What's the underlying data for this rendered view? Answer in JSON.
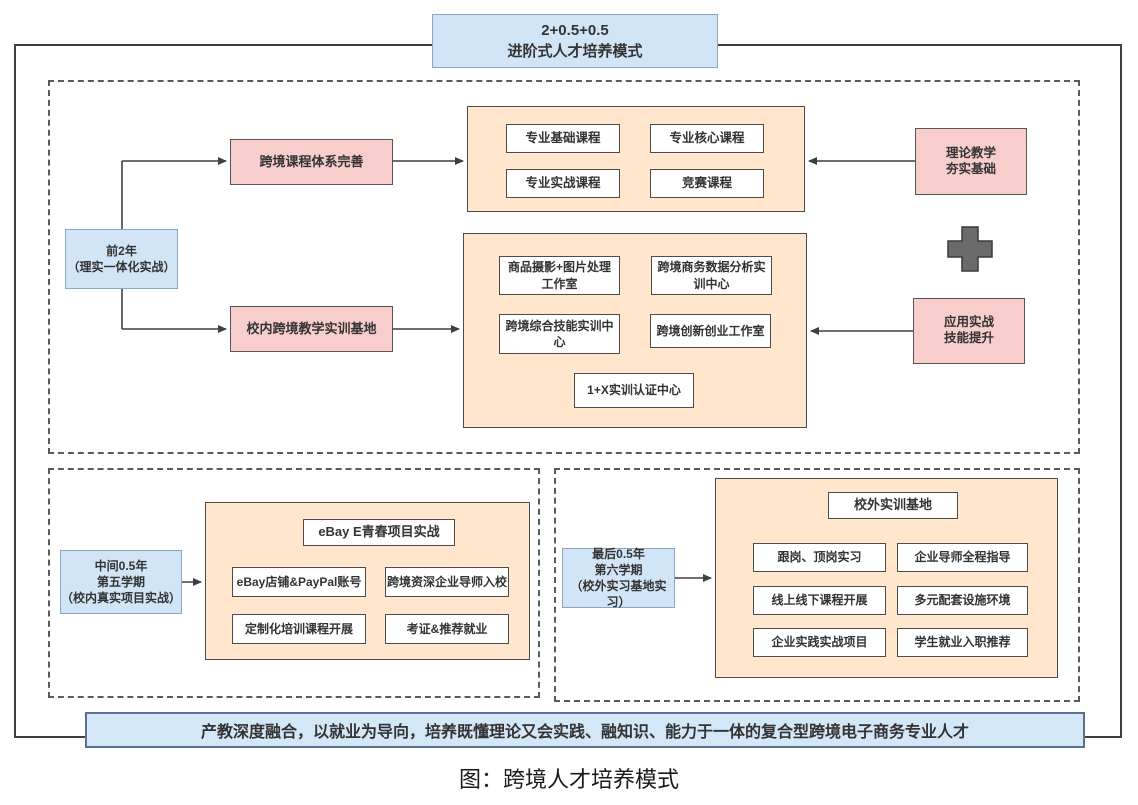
{
  "header": {
    "line1": "2+0.5+0.5",
    "line2": "进阶式人才培养模式"
  },
  "stage1": {
    "period_line1": "前2年",
    "period_line2": "（理实一体化实战）",
    "branch1_label": "跨境课程体系完善",
    "branch2_label": "校内跨境教学实训基地",
    "courses": [
      "专业基础课程",
      "专业核心课程",
      "专业实战课程",
      "竞赛课程"
    ],
    "bases": [
      "商品摄影+图片处理工作室",
      "跨境商务数据分析实训中心",
      "跨境综合技能实训中心",
      "跨境创新创业工作室",
      "1+X实训认证中心"
    ],
    "right_top_line1": "理论教学",
    "right_top_line2": "夯实基础",
    "plus_symbol": "+",
    "right_bottom_line1": "应用实战",
    "right_bottom_line2": "技能提升"
  },
  "stage2": {
    "period_line1": "中间0.5年",
    "period_line2": "第五学期",
    "period_line3": "（校内真实项目实战）",
    "container_title": "eBay E青春项目实战",
    "items": [
      "eBay店铺&PayPal账号",
      "跨境资深企业导师入校",
      "定制化培训课程开展",
      "考证&推荐就业"
    ]
  },
  "stage3": {
    "period_line1": "最后0.5年",
    "period_line2": "第六学期",
    "period_line3": "（校外实习基地实习）",
    "container_title": "校外实训基地",
    "items": [
      "跟岗、顶岗实习",
      "企业导师全程指导",
      "线上线下课程开展",
      "多元配套设施环境",
      "企业实践实战项目",
      "学生就业入职推荐"
    ]
  },
  "banner": {
    "text": "产教深度融合，以就业为导向，培养既懂理论又会实践、融知识、能力于一体的复合型跨境电子商务专业人才"
  },
  "caption": {
    "text": "图：跨境人才培养模式"
  },
  "colors": {
    "blue_fill": "#d2e5f6",
    "blue_border": "#8aa6c6",
    "pink_fill": "#f8cecc",
    "orange_fill": "#ffe6cc",
    "box_border": "#4c4c4c",
    "plus_fill": "#6b6b6b",
    "banner_border": "#5a7090"
  }
}
